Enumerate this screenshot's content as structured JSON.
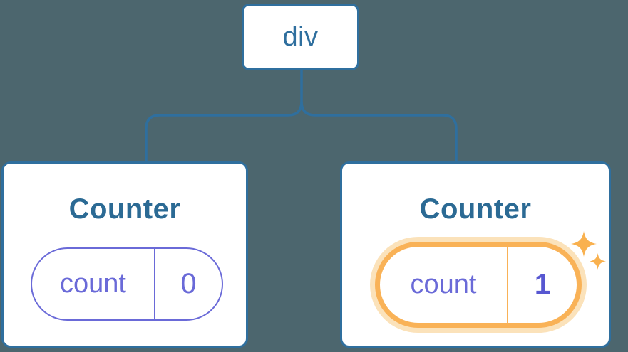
{
  "colors": {
    "background": "#4c666e",
    "line-blue": "#2f6f9e",
    "title-blue": "#2b6a94",
    "card-bg": "#ffffff",
    "state-purple": "#6a6ad8",
    "state-purple-bold": "#5757d1",
    "highlight-orange": "#f9b257",
    "highlight-glow": "#fbe2ba",
    "sparkle-orange": "#f9b14f"
  },
  "tree": {
    "root": {
      "label": "div"
    },
    "children": [
      {
        "title": "Counter",
        "state": {
          "key": "count",
          "value": "0"
        },
        "highlighted": false
      },
      {
        "title": "Counter",
        "state": {
          "key": "count",
          "value": "1"
        },
        "highlighted": true,
        "highlight_icon": "sparkles-icon"
      }
    ]
  }
}
